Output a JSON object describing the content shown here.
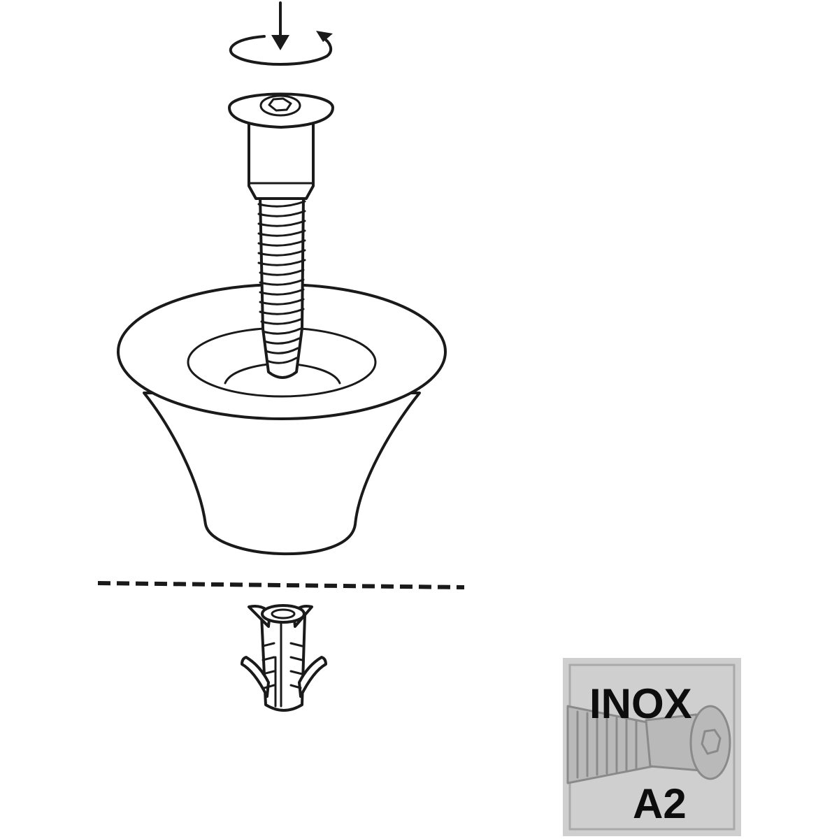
{
  "badge": {
    "material": "INOX",
    "grade": "A2",
    "background": "#cfcfcf",
    "border": "#a9a9a9",
    "text_color": "#0d0d0d"
  },
  "icons": {
    "rotation": "rotate-arrows-icon",
    "screw": "screw-icon",
    "knob": "knob-icon",
    "wall_line": "wall-surface-line",
    "dowel": "wall-plug-icon"
  },
  "colors": {
    "line": "#1a1a1a",
    "paper": "#ffffff"
  }
}
